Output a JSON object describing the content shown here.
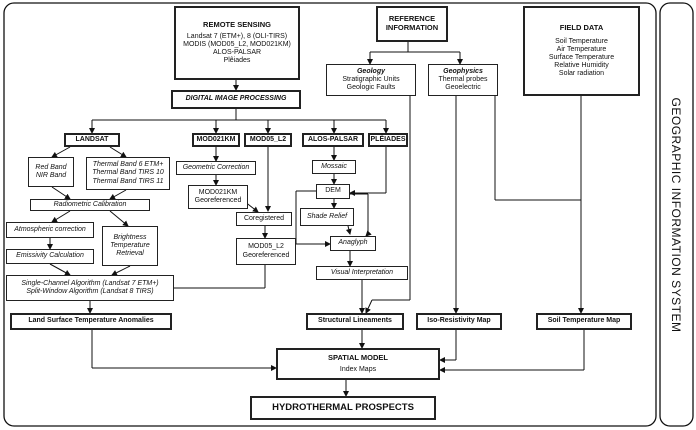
{
  "remote_sensing": {
    "title": "REMOTE SENSING",
    "lines": [
      "Landsat 7 (ETM+), 8 (OLI-TIRS)",
      "MODIS (MOD05_L2, MOD021KM)",
      "ALOS-PALSAR",
      "Plêiades"
    ]
  },
  "reference_information": {
    "title": "REFERENCE INFORMATION"
  },
  "field_data": {
    "title": "FIELD DATA",
    "lines": [
      "Soil Temperature",
      "Air Temperature",
      "Surface Temperature",
      "Relative Humidity",
      "Solar radiation"
    ]
  },
  "geology": {
    "title": "Geology",
    "lines": [
      "Stratigraphic Units",
      "Geologic Faults"
    ]
  },
  "geophysics": {
    "title": "Geophysics",
    "lines": [
      "Thermal probes",
      "Geoelectric"
    ]
  },
  "dip": "DIGITAL IMAGE PROCESSING",
  "sensors": {
    "landsat": "LANDSAT",
    "mod021km": "MOD021KM",
    "mod05": "MOD05_L2",
    "alos": "ALOS-PALSAR",
    "pleiades": "PLÊIADES"
  },
  "landsat_flow": {
    "red_nir": [
      "Red Band",
      "NIR Band"
    ],
    "thermal": [
      "Thermal Band 6  ETM+",
      "Thermal Band  TIRS 10",
      "Thermal Band TIRS 11"
    ],
    "radiometric": "Radiometric Calibration",
    "atmospheric": "Atmospheric correction",
    "brightness": [
      "Brightness",
      "Temperature",
      "Retrieval"
    ],
    "emissivity": "Emissivity Calculation",
    "algorithm": [
      "Single-Channel Algorithm (Landsat 7 ETM+)",
      "Split-Window Algorithm (Landsat 8 TIRS)"
    ]
  },
  "modis_flow": {
    "geometric": "Geometric Correction",
    "mod021km_geo": [
      "MOD021KM",
      "Georeferenced"
    ],
    "coregistered": "Coregistered",
    "mod05_geo": [
      "MOD05_L2",
      "Georeferenced"
    ]
  },
  "alos_flow": {
    "mosaic": "Mossaic",
    "dem": "DEM",
    "shade": "Shade Relief",
    "anaglyph": "Anaglyph",
    "visual": "Visual Interpretation"
  },
  "outputs": {
    "lst": "Land Surface Temperature Anomalies",
    "lineaments": "Structural Lineaments",
    "resistivity": "Iso-Resistivity Map",
    "soil_temp": "Soil Temperature Map"
  },
  "spatial_model": {
    "title": "SPATIAL MODEL",
    "sub": "Index Maps"
  },
  "prospects": "HYDROTHERMAL PROSPECTS",
  "gis": "GEOGRAPHIC INFORMATION SYSTEM"
}
